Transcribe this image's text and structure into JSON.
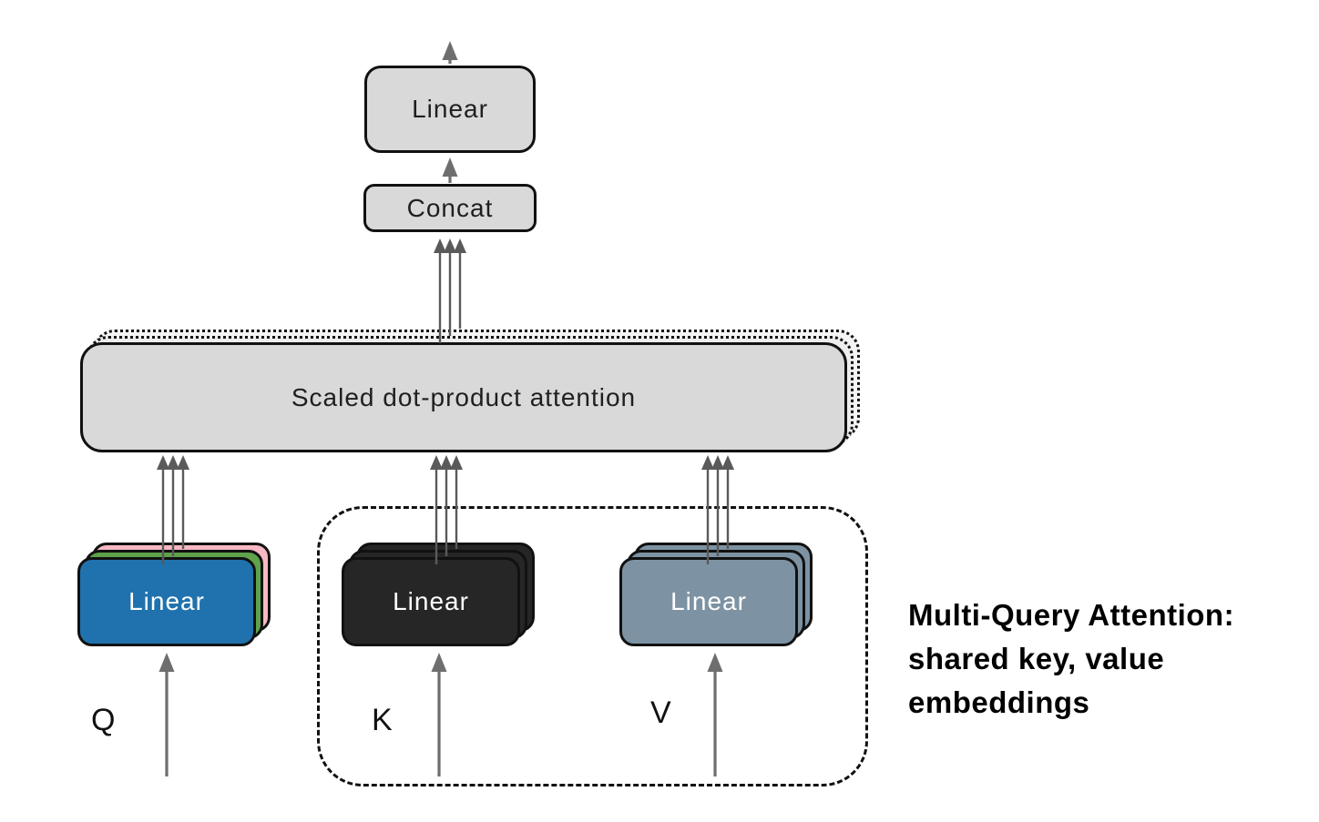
{
  "diagram": {
    "nodes": {
      "final_linear": {
        "label": "Linear"
      },
      "concat": {
        "label": "Concat"
      },
      "attention": {
        "label": "Scaled dot-product attention"
      },
      "q_stack": {
        "label": "Linear"
      },
      "k_stack": {
        "label": "Linear"
      },
      "v_stack": {
        "label": "Linear"
      }
    },
    "inputs": {
      "q": "Q",
      "k": "K",
      "v": "V"
    },
    "annotation": {
      "line1": "Multi-Query Attention:",
      "line2": "shared key, value",
      "line3": "embeddings"
    },
    "colors": {
      "box_fill": "#d9d9d9",
      "box_border": "#111111",
      "q_front_blue": "#1f72ad",
      "q_mid_green": "#5fa24c",
      "q_back_pink": "#f8b8c3",
      "k_dark": "#262626",
      "v_slate": "#7d93a3",
      "arrow_gray": "#6e6e6e",
      "line_gray": "#5a5a5a"
    }
  }
}
